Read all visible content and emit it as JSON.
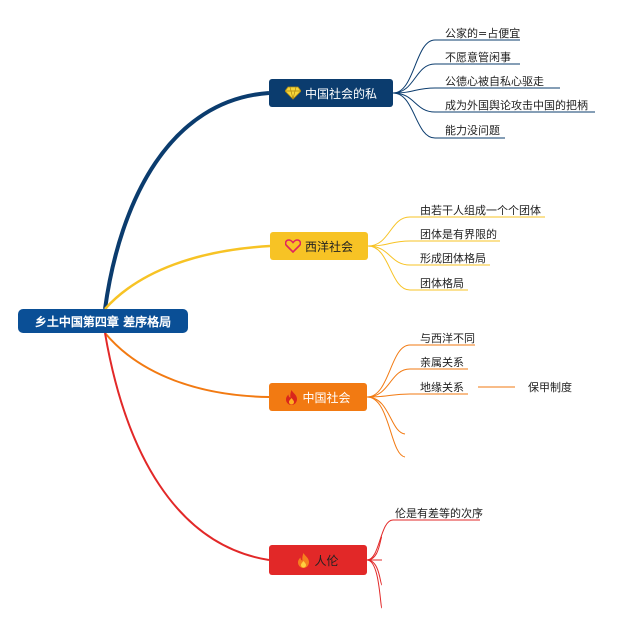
{
  "root": {
    "label": "乡土中国第四章 差序格局"
  },
  "branches": [
    {
      "label": "中国社会的私",
      "icon": "diamond-icon",
      "color": "#0b3c6e",
      "children": [
        "公家的=占便宜",
        "不愿意管闲事",
        "公德心被自私心驱走",
        "成为外国舆论攻击中国的把柄",
        "能力没问题"
      ]
    },
    {
      "label": "西洋社会",
      "icon": "heart-icon",
      "color": "#f7c325",
      "children": [
        "由若干人组成一个个团体",
        "团体是有界限的",
        "形成团体格局",
        "团体格局"
      ]
    },
    {
      "label": "中国社会",
      "icon": "fire-icon",
      "color": "#f27a12",
      "children": [
        "与西洋不同",
        "亲属关系",
        "地缘关系",
        "",
        ""
      ],
      "sub": {
        "parent": "地缘关系",
        "label": "保甲制度"
      }
    },
    {
      "label": "人伦",
      "icon": "fire-icon",
      "color": "#e22828",
      "children": [
        "伦是有差等的次序",
        "",
        "",
        ""
      ]
    }
  ]
}
